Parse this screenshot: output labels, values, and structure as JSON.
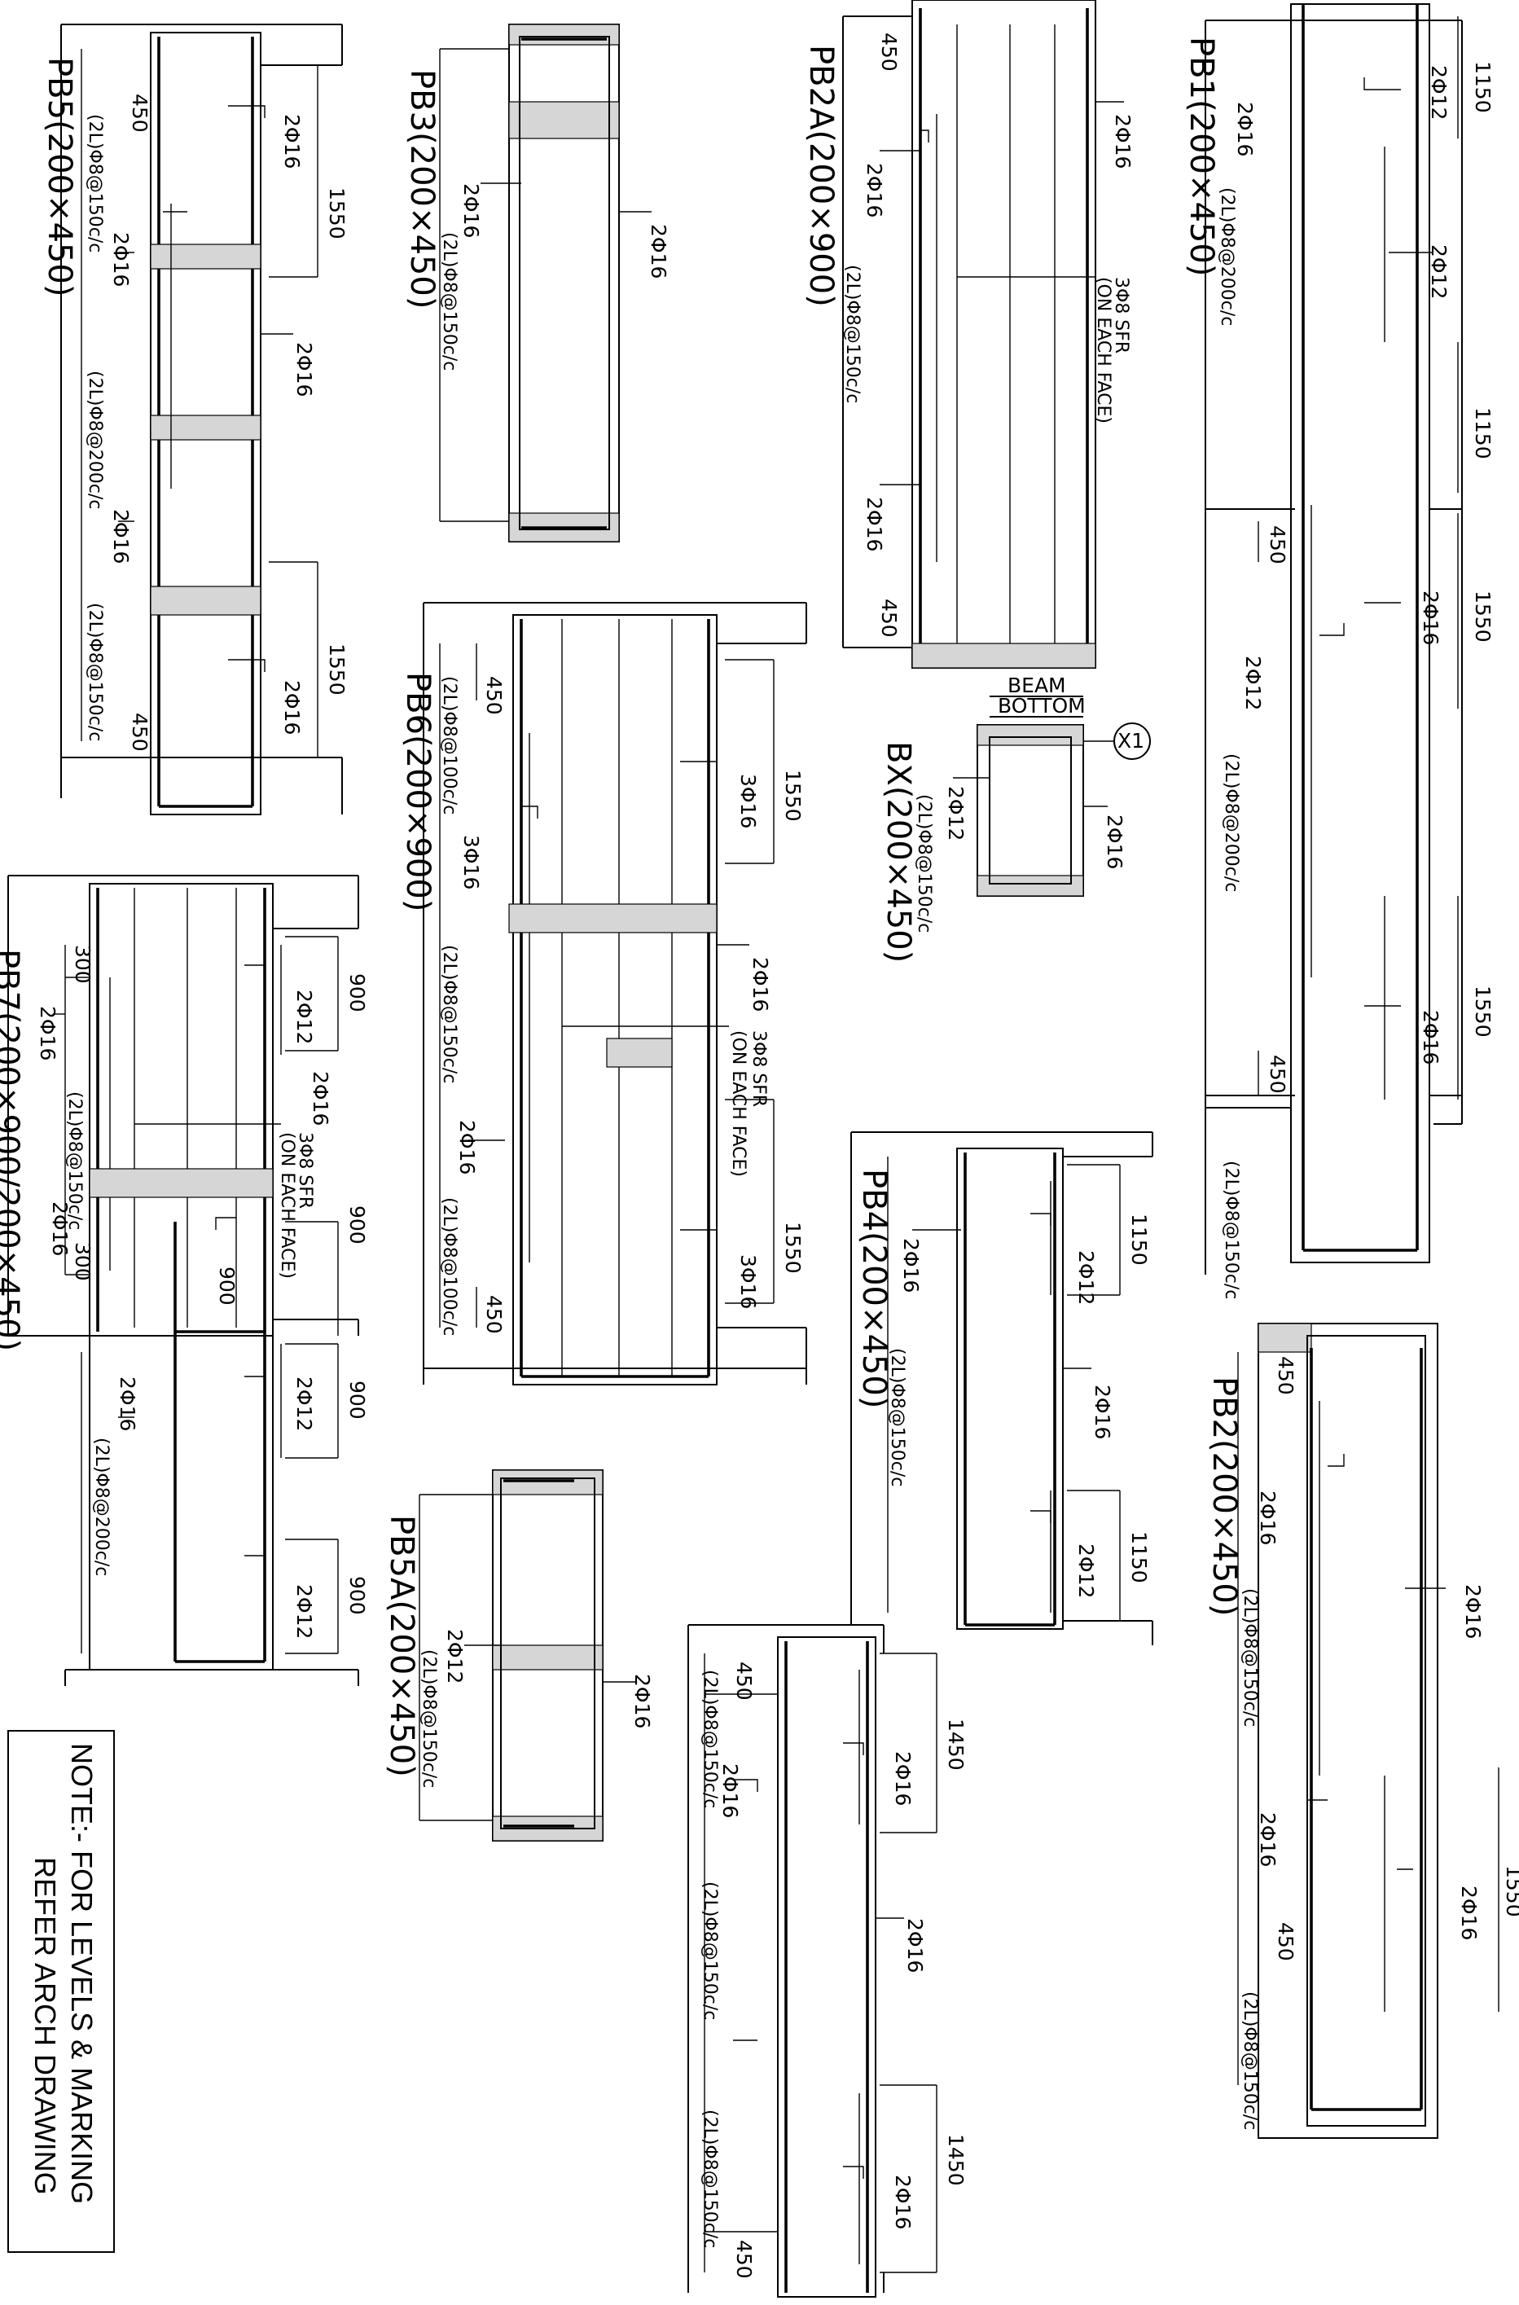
{
  "note": {
    "line1": "NOTE:- FOR LEVELS & MARKING",
    "line2": "REFER ARCH DRAWING"
  },
  "beams": {
    "pb1": {
      "title": "PB1(200×450)",
      "rebar": [
        "2Φ12",
        "2Φ12",
        "2Φ16",
        "2Φ16",
        "2Φ16",
        "2Φ12"
      ],
      "stirrups": [
        "(2L)Φ8@200c/c",
        "(2L)Φ8@200c/c",
        "(2L)Φ8@150c/c"
      ],
      "dims": [
        "1150",
        "1150",
        "1550",
        "1550",
        "450",
        "450"
      ]
    },
    "pb2": {
      "title": "PB2(200×450)",
      "rebar": [
        "2Φ16",
        "2Φ16",
        "2Φ16",
        "2Φ16"
      ],
      "stirrups": [
        "(2L)Φ8@150c/c",
        "(2L)Φ8@150c/c"
      ],
      "dims": [
        "450",
        "450",
        "1550"
      ]
    },
    "pb2a": {
      "title": "PB2A(200×900)",
      "rebar": [
        "2Φ16",
        "2Φ16",
        "2Φ16"
      ],
      "sfr": "3Φ8 SFR",
      "sfr_note": "(ON EACH FACE)",
      "stirrups": [
        "(2L)Φ8@150c/c"
      ],
      "dims": [
        "450",
        "450"
      ]
    },
    "pb3": {
      "title": "PB3(200×450)",
      "rebar": [
        "2Φ16",
        "2Φ16"
      ],
      "stirrups": [
        "(2L)Φ8@150c/c"
      ]
    },
    "pb4": {
      "title": "PB4(200×450)",
      "rebar": [
        "2Φ16",
        "2Φ12",
        "2Φ16",
        "2Φ12"
      ],
      "stirrups": [
        "(2L)Φ8@150c/c"
      ],
      "dims": [
        "1150",
        "1150"
      ]
    },
    "pb5": {
      "title": "PB5(200×450)",
      "rebar": [
        "2Φ16",
        "2Φ16",
        "2Φ16",
        "2Φ16",
        "2Φ16"
      ],
      "stirrups": [
        "(2L)Φ8@150c/c",
        "(2L)Φ8@200c/c",
        "(2L)Φ8@150c/c"
      ],
      "dims": [
        "450",
        "450",
        "1550",
        "1550"
      ]
    },
    "pb5a": {
      "title": "PB5A(200×450)",
      "rebar": [
        "2Φ12",
        "2Φ16"
      ],
      "stirrups": [
        "(2L)Φ8@150c/c"
      ]
    },
    "pb6": {
      "title": "PB6(200×900)",
      "rebar": [
        "3Φ16",
        "3Φ16",
        "2Φ16",
        "2Φ16",
        "3Φ16"
      ],
      "sfr": "3Φ8 SFR",
      "sfr_note": "(ON EACH FACE)",
      "stirrups": [
        "(2L)Φ8@100c/c",
        "(2L)Φ8@150c/c",
        "(2L)Φ8@100c/c"
      ],
      "dims": [
        "450",
        "450",
        "1550",
        "1550"
      ]
    },
    "pb7": {
      "title": "PB7(200×900/200×450)",
      "rebar": [
        "2Φ12",
        "2Φ16",
        "2Φ16",
        "2Φ16",
        "2Φ16",
        "2Φ12",
        "2Φ12"
      ],
      "sfr": "3Φ8 SFR",
      "sfr_note": "(ON EACH FACE)",
      "stirrups": [
        "(2L)Φ8@150c/c",
        "(2L)Φ8@200c/c"
      ],
      "dims": [
        "300",
        "300",
        "900",
        "900",
        "900",
        "900",
        "900"
      ]
    },
    "pb8": {
      "rebar": [
        "2Φ16",
        "2Φ16",
        "2Φ16",
        "2Φ16"
      ],
      "stirrups": [
        "(2L)Φ8@150c/c",
        "(2L)Φ8@150c/c",
        "(2L)Φ8@150c/c"
      ],
      "dims": [
        "450",
        "450",
        "1450",
        "1450"
      ]
    },
    "bx": {
      "title": "BX(200×450)",
      "marker": "X1",
      "heading1": "BEAM",
      "heading2": "BOTTOM",
      "rebar": [
        "2Φ12",
        "2Φ16"
      ],
      "stirrups": [
        "(2L)Φ8@150c/c"
      ]
    }
  }
}
